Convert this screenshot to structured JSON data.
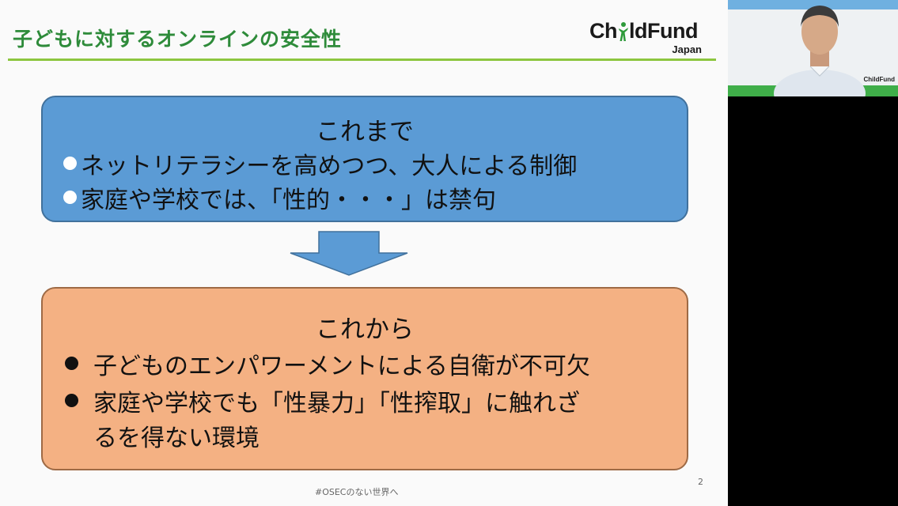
{
  "slide": {
    "title": "子どもに対するオンラインの安全性",
    "logo": {
      "part1": "Ch",
      "part2": "ldFund",
      "sub": "Japan"
    },
    "box_before": {
      "heading": "これまで",
      "items": [
        "ネットリテラシーを高めつつ、大人による制御",
        "家庭や学校では、「性的・・・」は禁句"
      ]
    },
    "box_after": {
      "heading": "これから",
      "items": [
        "子どものエンパワーメントによる自衛が不可欠",
        "家庭や学校でも「性暴力」「性搾取」に触れざ",
        "るを得ない環境"
      ]
    },
    "footer": "#OSECのない世界へ",
    "page_number": "2"
  },
  "webcam": {
    "logo_text": "ChildFund"
  },
  "colors": {
    "title_green": "#2e8b3a",
    "rule_green": "#8cc63f",
    "box_blue": "#5b9bd5",
    "box_orange": "#f4b183",
    "arrow_blue": "#5b9bd5"
  }
}
